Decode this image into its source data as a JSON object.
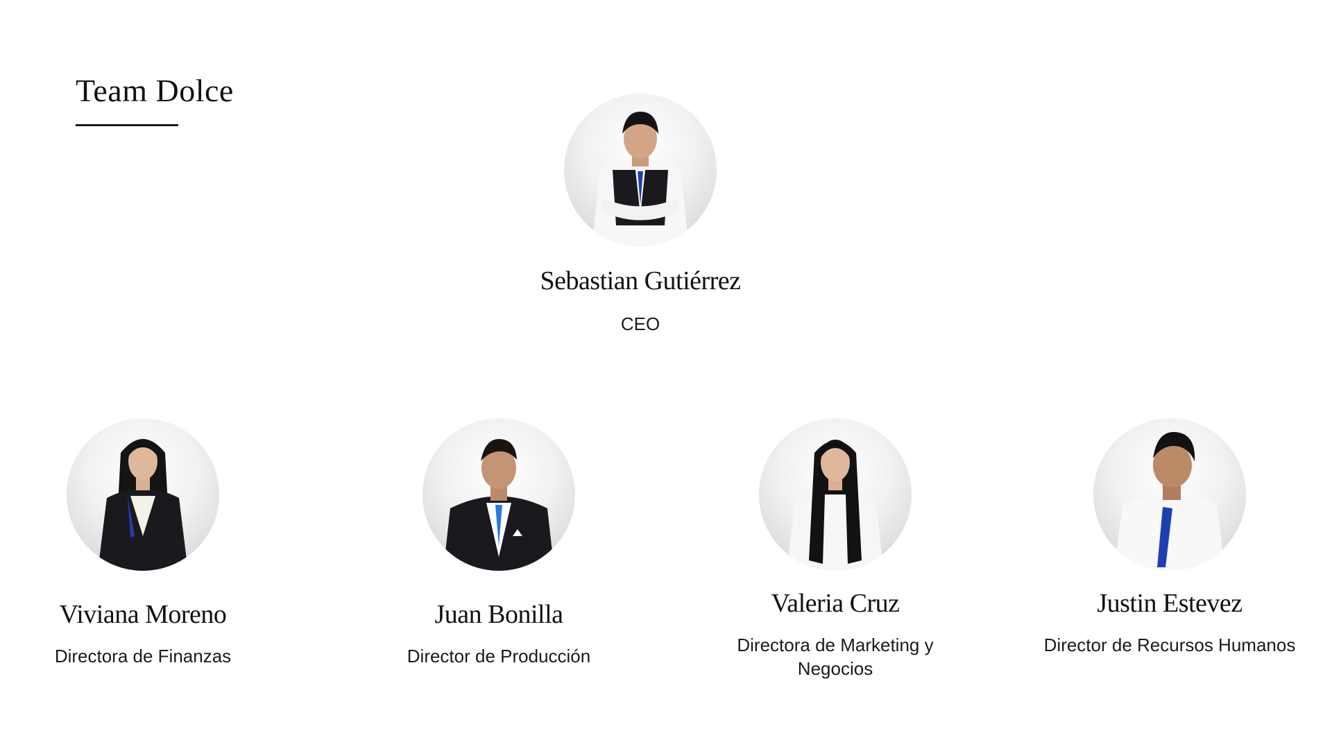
{
  "title": "Team Dolce",
  "members": [
    {
      "name": "Sebastian Gutiérrez",
      "role": "CEO"
    },
    {
      "name": "Viviana Moreno",
      "role": "Directora de Finanzas"
    },
    {
      "name": "Juan Bonilla",
      "role": "Director de Producción"
    },
    {
      "name": "Valeria Cruz",
      "role": "Directora de Marketing y Negocios"
    },
    {
      "name": "Justin Estevez",
      "role": "Director de Recursos Humanos"
    }
  ],
  "colors": {
    "background": "#ffffff",
    "text": "#111111",
    "tie": "#1f3fb0",
    "suit": "#1a1a1e"
  }
}
